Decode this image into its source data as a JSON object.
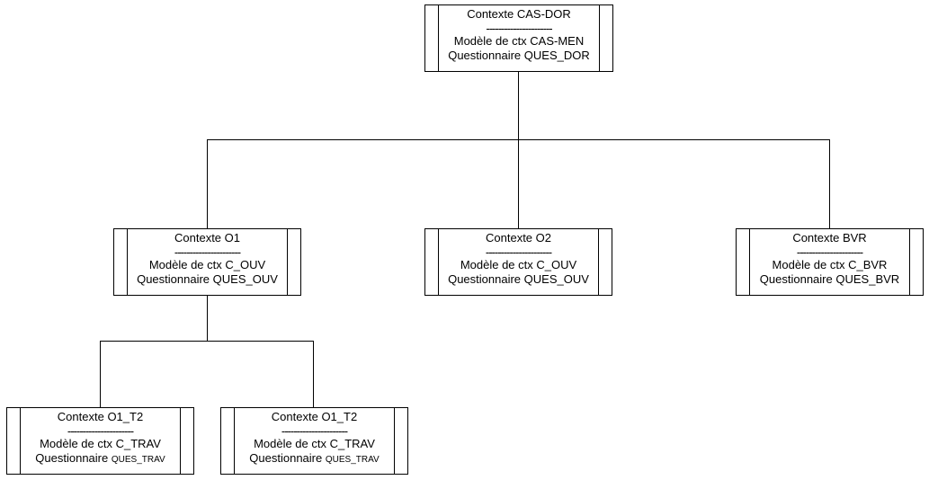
{
  "nodes": {
    "root": {
      "title": "Contexte CAS-DOR",
      "separator": "----------------------",
      "model_label": "Modèle de ctx CAS-MEN",
      "questionnaire_label": "Questionnaire",
      "questionnaire_value": "QUES_DOR"
    },
    "o1": {
      "title": "Contexte O1",
      "separator": "----------------------",
      "model_label": "Modèle de ctx C_OUV",
      "questionnaire_label": "Questionnaire",
      "questionnaire_value": "QUES_OUV"
    },
    "o2": {
      "title": "Contexte O2",
      "separator": "----------------------",
      "model_label": "Modèle de ctx C_OUV",
      "questionnaire_label": "Questionnaire",
      "questionnaire_value": "QUES_OUV"
    },
    "bvr": {
      "title": "Contexte BVR",
      "separator": "----------------------",
      "model_label": "Modèle de ctx C_BVR",
      "questionnaire_label": "Questionnaire",
      "questionnaire_value": "QUES_BVR"
    },
    "o1_t2_a": {
      "title": "Contexte O1_T2",
      "separator": "----------------------",
      "model_label": "Modèle de ctx C_TRAV",
      "questionnaire_label": "Questionnaire",
      "questionnaire_value": "QUES_TRAV"
    },
    "o1_t2_b": {
      "title": "Contexte O1_T2",
      "separator": "----------------------",
      "model_label": "Modèle de ctx C_TRAV",
      "questionnaire_label": "Questionnaire",
      "questionnaire_value": "QUES_TRAV"
    }
  }
}
